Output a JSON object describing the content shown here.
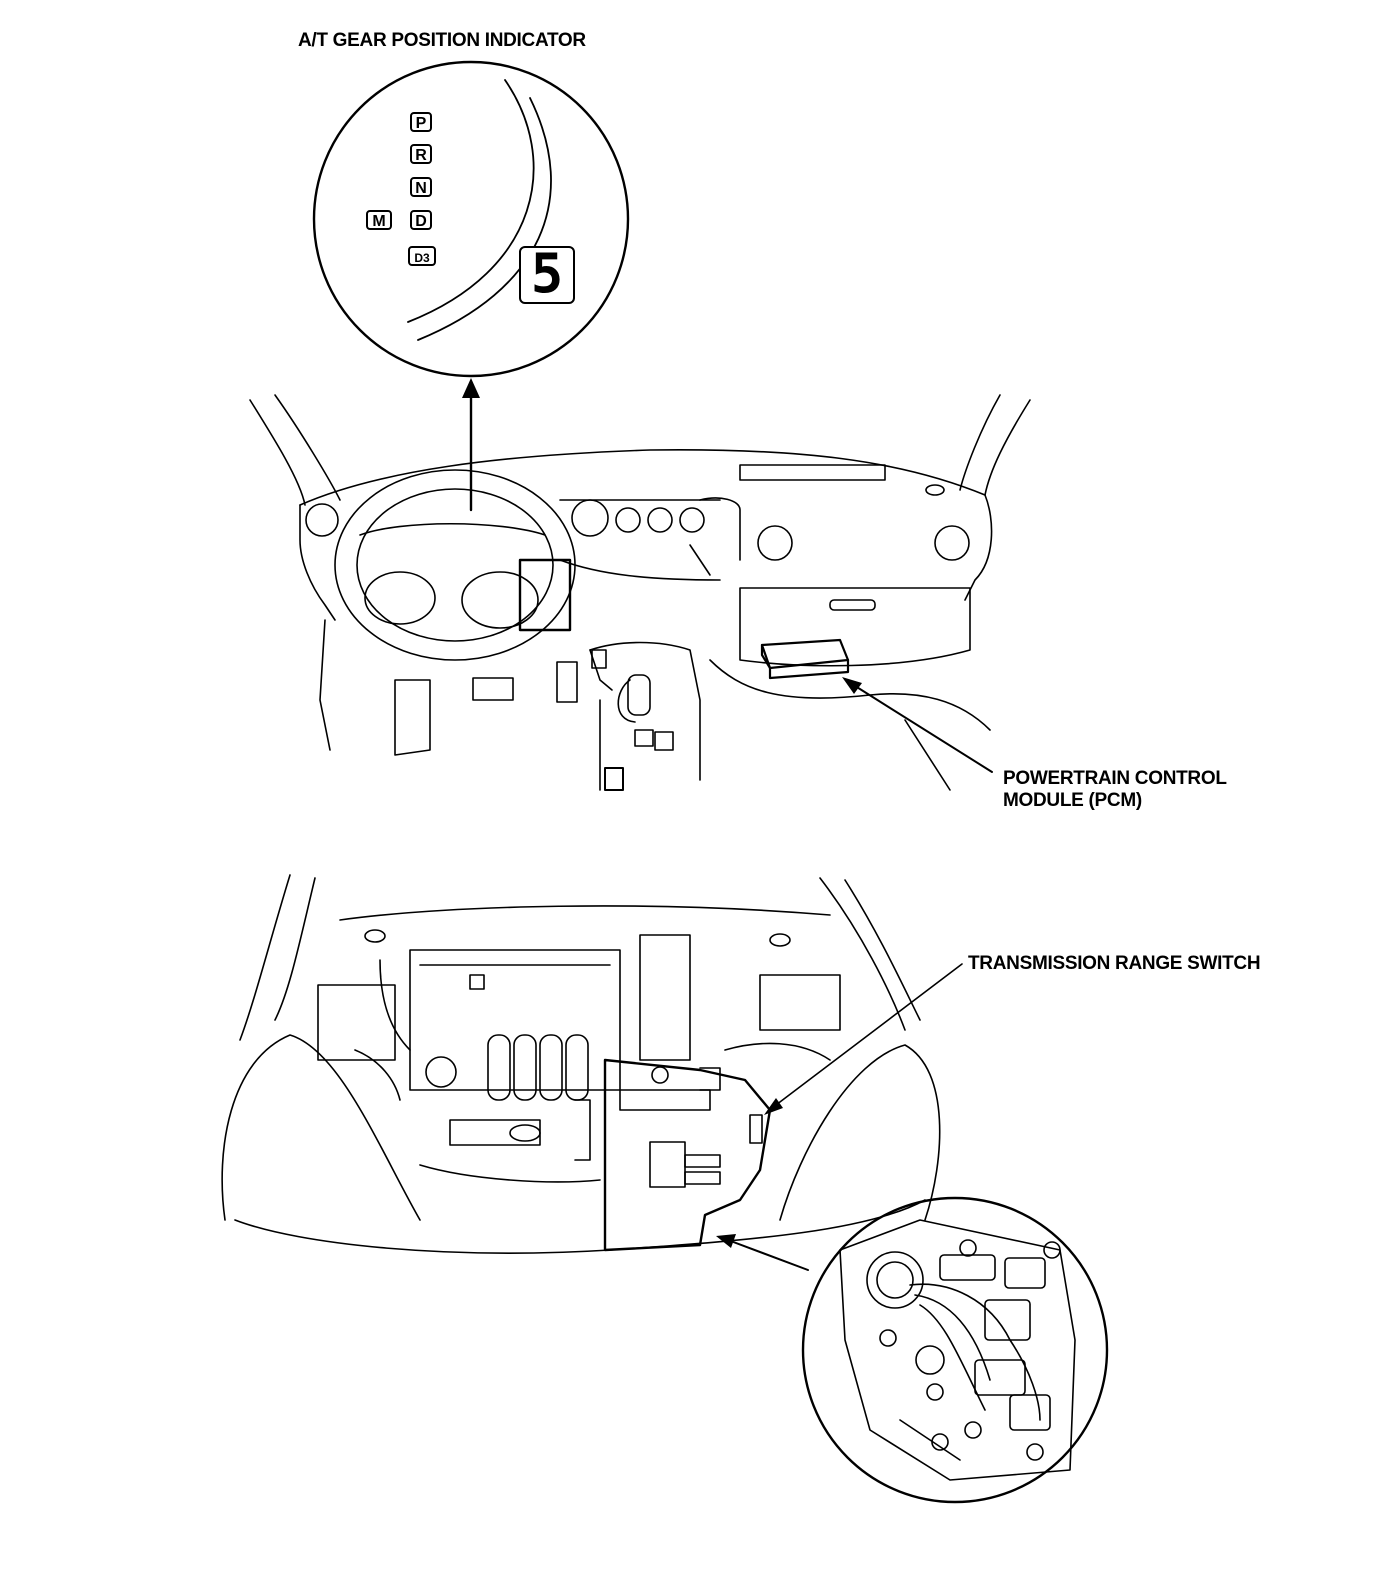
{
  "labels": {
    "gear_indicator": "A/T GEAR POSITION INDICATOR",
    "pcm_line1": "POWERTRAIN CONTROL",
    "pcm_line2": "MODULE (PCM)",
    "trs": "TRANSMISSION RANGE SWITCH"
  },
  "indicator": {
    "positions": [
      "P",
      "R",
      "N",
      "D",
      "D3"
    ],
    "manual": "M",
    "display_digit": "5"
  }
}
